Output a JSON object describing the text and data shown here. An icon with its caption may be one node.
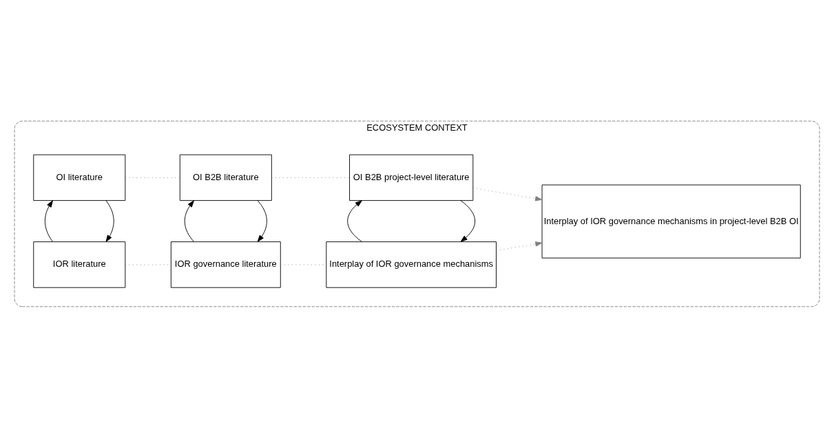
{
  "diagram": {
    "nodes": [
      {
        "text": [
          "ECOSYSTEM CONTEXT"
        ]
      },
      {
        "text": [
          "OI literature"
        ],
        "in": 0
      },
      {
        "text": [
          "IOR literature"
        ],
        "in": 0
      },
      {
        "text": [
          "OI B2B literature"
        ],
        "in": 0
      },
      {
        "text": [
          "IOR governance literature"
        ],
        "in": 0
      },
      {
        "text": [
          "OI B2B project-level literature"
        ],
        "in": 0
      },
      {
        "text": [
          "Interplay of IOR governance mechanisms"
        ],
        "in": 0
      },
      {
        "text": [
          "Interplay of IOR governance mechanisms in project-level B2B OI"
        ],
        "in": 0
      }
    ],
    "edges": [
      {
        "from": 1,
        "to": 2,
        "arrow": "to"
      },
      {
        "from": 2,
        "to": 1,
        "arrow": "to"
      },
      {
        "from": 1,
        "to": 3,
        "arrow": "none",
        "style": "dashed",
        "color": "#808080"
      },
      {
        "from": 2,
        "to": 4,
        "arrow": "none",
        "style": "dashed",
        "color": "#808080"
      },
      {
        "from": 3,
        "to": 4,
        "arrow": "to"
      },
      {
        "from": 4,
        "to": 3,
        "arrow": "to"
      },
      {
        "from": 3,
        "to": 5,
        "arrow": "none",
        "style": "dashed",
        "color": "#808080"
      },
      {
        "from": 4,
        "to": 6,
        "arrow": "none",
        "style": "dashed",
        "color": "#808080"
      },
      {
        "from": 5,
        "to": 6,
        "arrow": "to"
      },
      {
        "from": 6,
        "to": 5,
        "arrow": "to"
      },
      {
        "from": 5,
        "to": 7,
        "arrow": "to",
        "style": "dashed",
        "color": "#808080"
      },
      {
        "from": 6,
        "to": 7,
        "arrow": "to",
        "style": "dashed",
        "color": "#808080"
      }
    ]
  }
}
